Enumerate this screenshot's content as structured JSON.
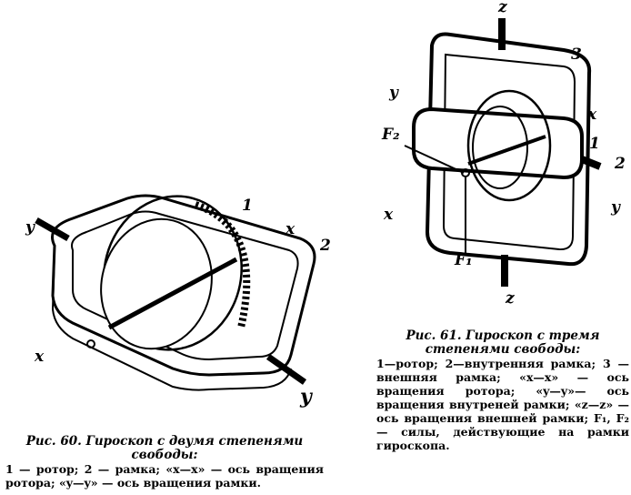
{
  "figure60": {
    "labels": {
      "y_left": "y",
      "rotor": "1",
      "x_right": "x",
      "frame": "2",
      "x_left": "x",
      "y_right": "y"
    },
    "caption_title": "Рис. 60. Гироскоп с двумя степенями свободы:",
    "caption_text": "1 — ротор; 2 — рамка; «x—x» — ось вращения ротора; «y—y» — ось вращения рамки."
  },
  "figure61": {
    "labels": {
      "z_top": "z",
      "outer_frame": "3",
      "y_left": "y",
      "x_right": "x",
      "rotor": "1",
      "f2": "F₂",
      "inner_frame": "2",
      "x_left": "x",
      "y_right": "y",
      "f1": "F₁",
      "z_bottom": "z"
    },
    "caption_title": "Рис. 61. Гироскоп с тремя степенями свободы:",
    "caption_text": "1—ротор; 2—внутренняя рамка; 3 — внешняя рамка; «x—x» — ось вращения ротора; «y—y»— ось вращения внутреней рамки; «z—z» — ось вращения внешней рамки; F₁, F₂ — силы, действующие на рамки гироскопа."
  }
}
